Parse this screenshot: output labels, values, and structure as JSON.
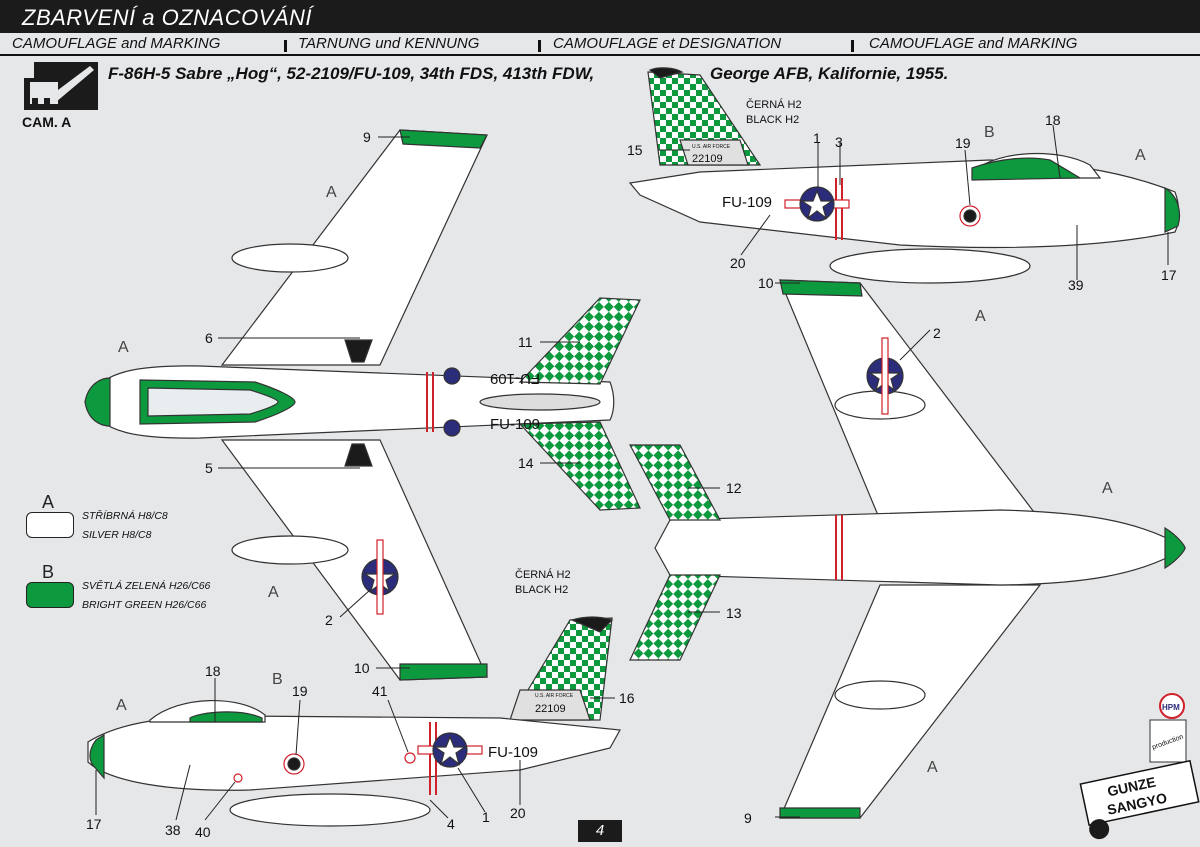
{
  "header": {
    "title": "ZBARVENÍ a OZNACOVÁNÍ"
  },
  "subtitles": [
    "CAMOUFLAGE and MARKING",
    "TARNUNG und KENNUNG",
    "CAMOUFLAGE et DESIGNATION",
    "CAMOUFLAGE and MARKING"
  ],
  "aircraft": {
    "title": "F-86H-5 Sabre „Hog“, 52-2109/FU-109, 34th FDS, 413th FDW,",
    "location": "George AFB, Kalifornie, 1955."
  },
  "cam_label": "CAM. A",
  "legend": [
    {
      "letter": "A",
      "cz": "STŘÍBRNÁ H8/C8",
      "en": "SILVER     H8/C8",
      "color": "#ffffff"
    },
    {
      "letter": "B",
      "cz": "SVĚTLÁ ZELENÁ H26/C66",
      "en": "BRIGHT GREEN  H26/C66",
      "color": "#0d9a3e"
    }
  ],
  "notes": {
    "black_cz": "ČERNÁ H2",
    "black_en": "BLACK H2"
  },
  "markings": {
    "buzz_number": "FU-109",
    "buzz_number_mirrored": "FU-109",
    "serial": "22109",
    "usaf": "U.S. AIR FORCE"
  },
  "callouts": {
    "top_view": [
      "9",
      "6",
      "5",
      "2",
      "10",
      "11",
      "14",
      "A",
      "A",
      "A"
    ],
    "side_right": [
      "1",
      "3",
      "15",
      "18",
      "19",
      "20",
      "17",
      "39",
      "A",
      "B"
    ],
    "side_left": [
      "18",
      "19",
      "41",
      "16",
      "20",
      "1",
      "4",
      "40",
      "38",
      "17",
      "A",
      "B"
    ],
    "bottom_view": [
      "10",
      "2",
      "12",
      "13",
      "9",
      "A",
      "A",
      "A"
    ]
  },
  "branding": {
    "hpm": "HPM",
    "production": "production",
    "gunze1": "GUNZE",
    "gunze2": "SANGYO"
  },
  "page_number": "4",
  "colors": {
    "silver": "#ffffff",
    "green": "#0d9a3e",
    "red": "#d0202a",
    "blue": "#2b2d7a",
    "black": "#1b1b1b"
  }
}
